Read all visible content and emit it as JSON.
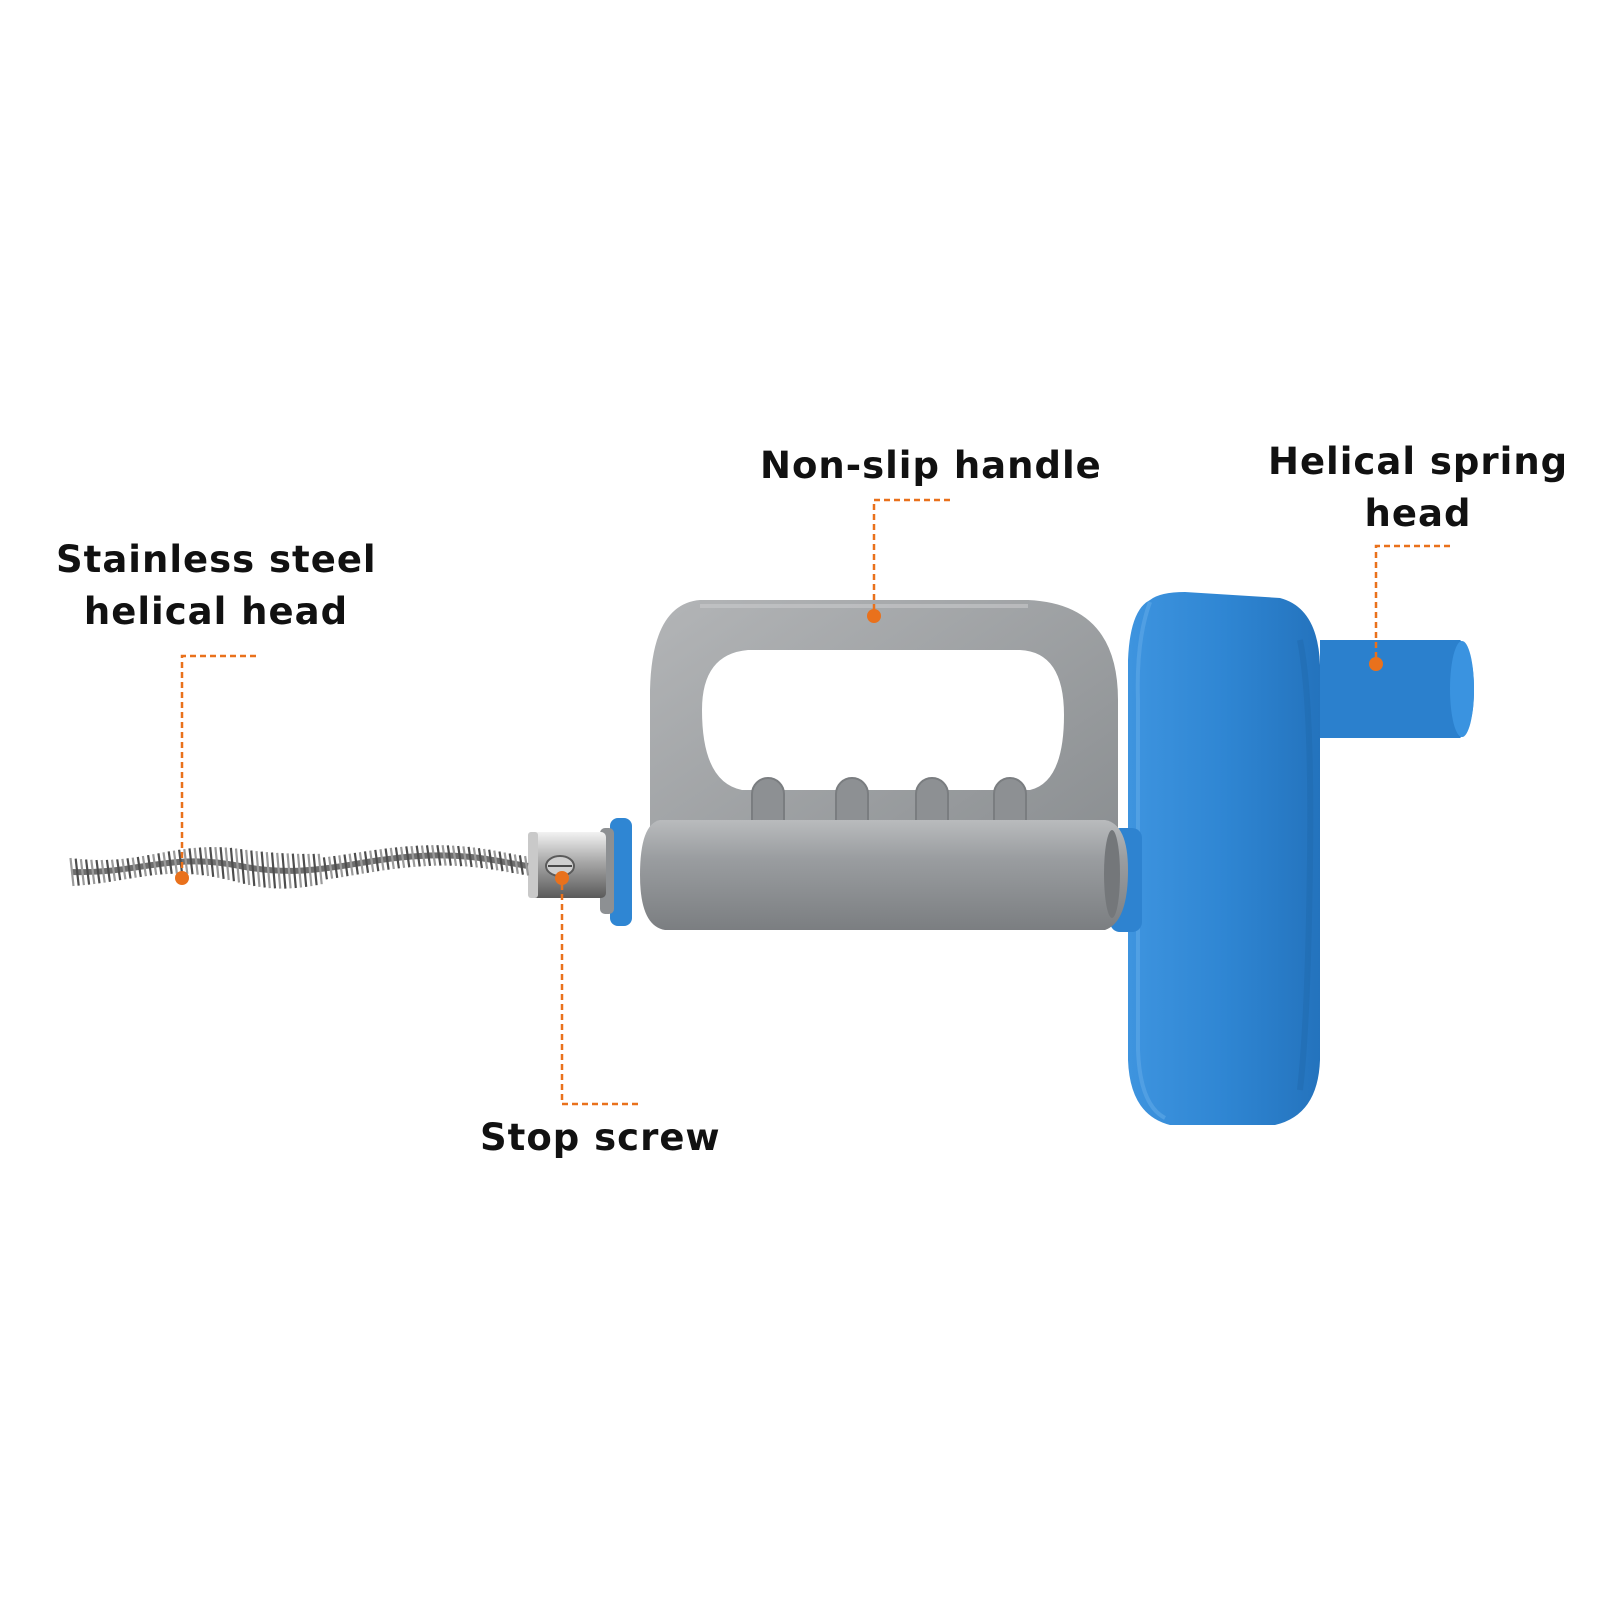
{
  "accent_color": "#e9711c",
  "product": {
    "body_color": "#8f9294",
    "drum_color": "#2f86d3",
    "cable_color": "#6c6c6c"
  },
  "callouts": [
    {
      "id": "stainless-steel-helical-head",
      "lines": [
        "Stainless steel",
        "helical head"
      ]
    },
    {
      "id": "non-slip-handle",
      "lines": [
        "Non-slip handle"
      ]
    },
    {
      "id": "helical-spring-head",
      "lines": [
        "Helical spring",
        "head"
      ]
    },
    {
      "id": "stop-screw",
      "lines": [
        "Stop screw"
      ]
    }
  ]
}
